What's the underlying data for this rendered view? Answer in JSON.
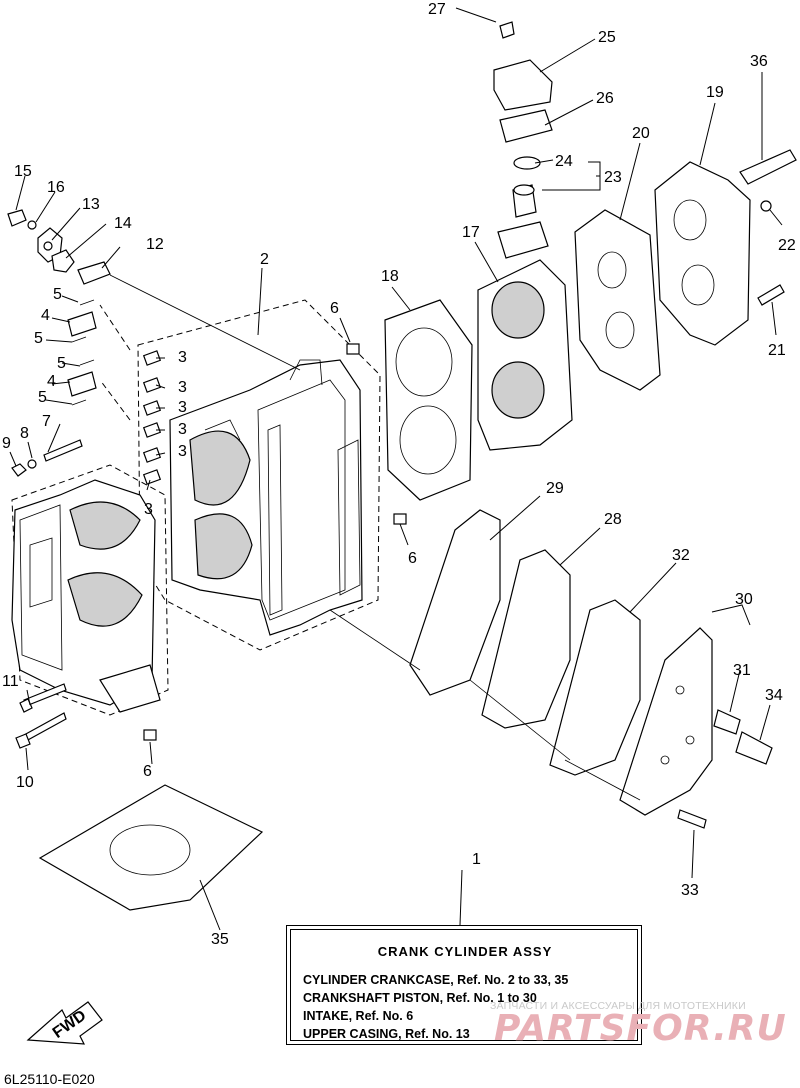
{
  "callouts": {
    "n1": "1",
    "n2": "2",
    "n3": "3",
    "n4": "4",
    "n5": "5",
    "n6": "6",
    "n7": "7",
    "n8": "8",
    "n9": "9",
    "n10": "10",
    "n11": "11",
    "n12": "12",
    "n13": "13",
    "n14": "14",
    "n15": "15",
    "n16": "16",
    "n17": "17",
    "n18": "18",
    "n19": "19",
    "n20": "20",
    "n21": "21",
    "n22": "22",
    "n23": "23",
    "n24": "24",
    "n25": "25",
    "n26": "26",
    "n27": "27",
    "n28": "28",
    "n29": "29",
    "n30": "30",
    "n31": "31",
    "n32": "32",
    "n33": "33",
    "n34": "34",
    "n35": "35",
    "n36": "36"
  },
  "fwd": "FWD",
  "info_box": {
    "title": "CRANK  CYLINDER ASSY",
    "lines": [
      "CYLINDER CRANKCASE,  Ref. No. 2 to 33, 35",
      "CRANKSHAFT PISTON,     Ref. No. 1 to 30",
      "INTAKE,   Ref. No. 6",
      "UPPER CASING,   Ref. No. 13"
    ]
  },
  "watermark": {
    "subtitle": "ЗАПЧАСТИ И АКСЕССУАРЫ ДЛЯ МОТОТЕХНИКИ",
    "brand": "PARTSFOR.RU"
  },
  "figure_code": "6L25110-E020"
}
